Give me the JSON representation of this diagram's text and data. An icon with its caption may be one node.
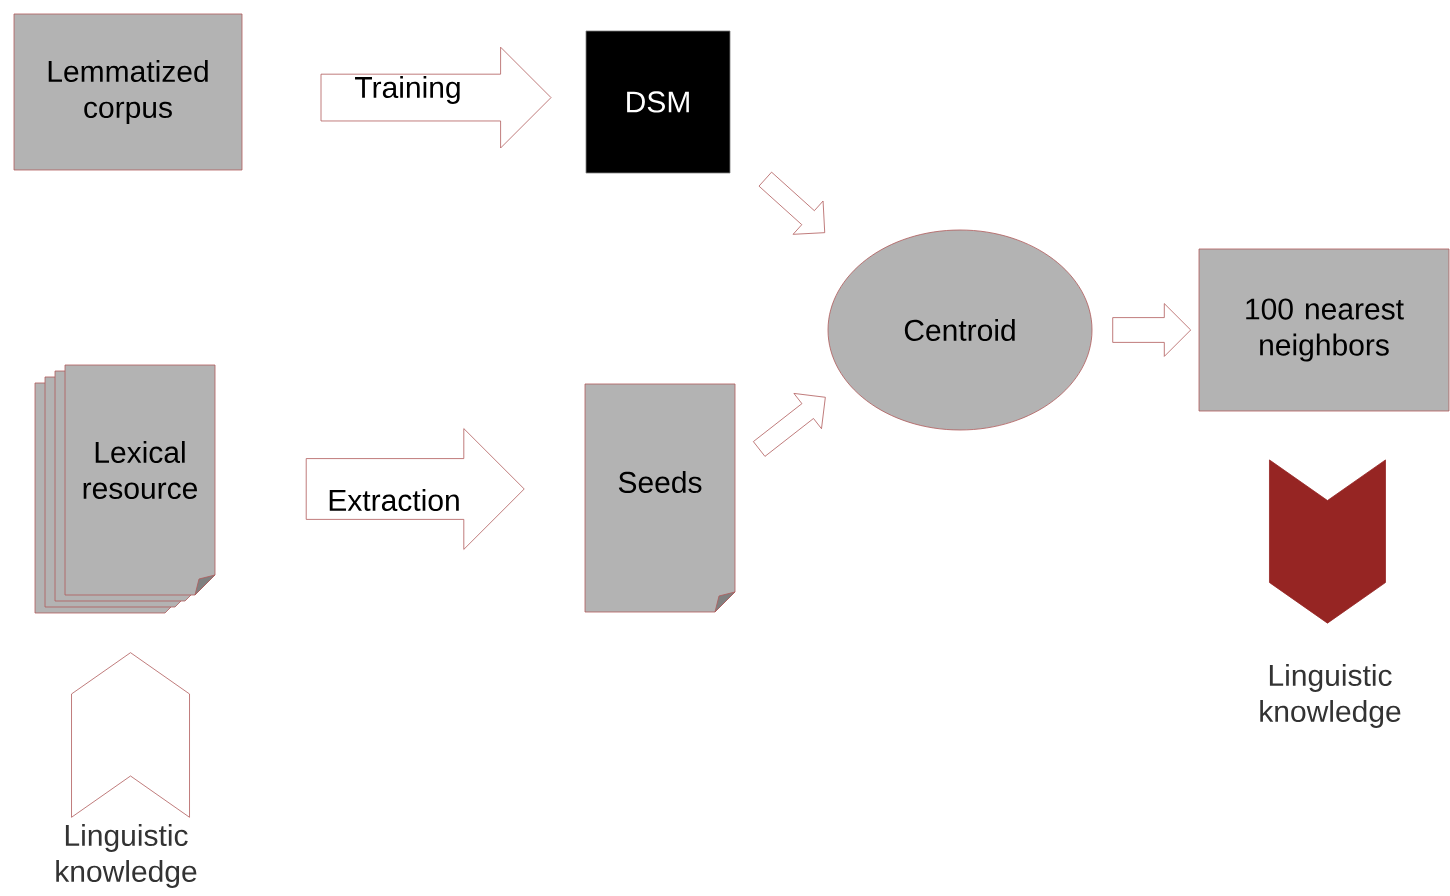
{
  "diagram": {
    "nodes": [
      {
        "text": [
          "Lemmatized corpus"
        ]
      },
      {
        "text": [
          "DSM"
        ]
      },
      {
        "text": [
          "Lexical resource"
        ]
      },
      {
        "text": [
          "Seeds"
        ]
      },
      {
        "text": [
          "Centroid"
        ]
      },
      {
        "text": [
          "100 nearest neighbors"
        ]
      },
      {
        "text": [
          "Linguistic knowledge"
        ]
      },
      {
        "text": [
          "Linguistic knowledge"
        ]
      }
    ],
    "edges": [
      {
        "from": 0,
        "to": 1,
        "arrow": "to",
        "label": "Training"
      },
      {
        "from": 1,
        "to": 4,
        "arrow": "to"
      },
      {
        "from": 2,
        "to": 3,
        "arrow": "to",
        "label": "Extraction"
      },
      {
        "from": 3,
        "to": 4,
        "arrow": "to"
      },
      {
        "from": 4,
        "to": 5,
        "arrow": "to"
      },
      {
        "from": 6,
        "to": 2,
        "arrow": "to"
      },
      {
        "from": 5,
        "to": 7,
        "arrow": "to",
        "color": "#962523"
      }
    ]
  }
}
